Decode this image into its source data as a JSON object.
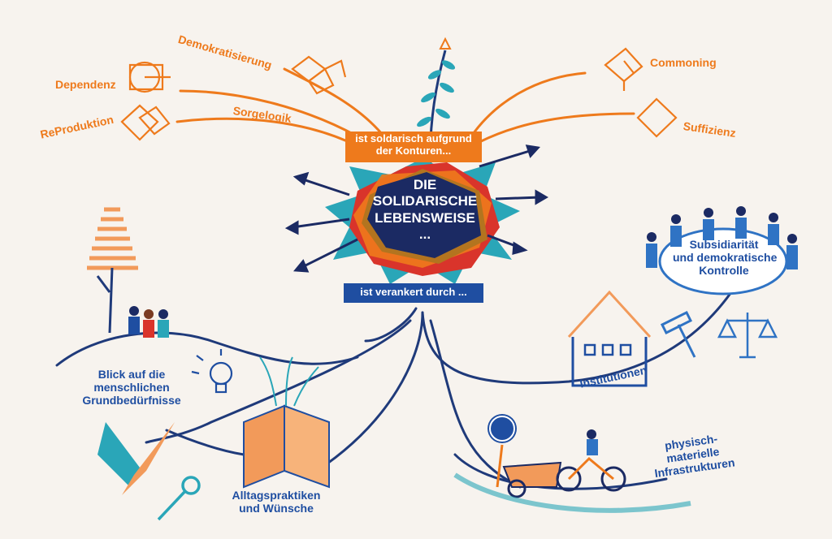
{
  "center": {
    "line1": "DIE",
    "line2": "SOLIDARISCHE",
    "line3": "LEBENSWEISE",
    "line4": "..."
  },
  "banners": {
    "top_line1": "ist soldarisch aufgrund",
    "top_line2": "der Konturen...",
    "bottom": "ist verankert durch ..."
  },
  "contours": {
    "demokratisierung": "Demokratisierung",
    "dependenz": "Dependenz",
    "sorgelogik": "Sorgelogik",
    "reproduktion": "ReProduktion",
    "commoning": "Commoning",
    "suffizienz": "Suffizienz"
  },
  "anchors": {
    "subsidiaritaet_line1": "Subsidiarität",
    "subsidiaritaet_line2": "und demokratische",
    "subsidiaritaet_line3": "Kontrolle",
    "institutionen": "Institutionen",
    "blick_line1": "Blick auf die",
    "blick_line2": "menschlichen",
    "blick_line3": "Grundbedürfnisse",
    "alltag_line1": "Alltagspraktiken",
    "alltag_line2": "und Wünsche",
    "infra_line1": "physisch-",
    "infra_line2": "materielle",
    "infra_line3": "Infrastrukturen"
  },
  "colors": {
    "orange": "#ee7a1c",
    "navy": "#1f3a7a",
    "blue": "#2f73c4",
    "teal": "#2aa6b8",
    "red": "#d9342b",
    "background": "#f7f3ee"
  }
}
